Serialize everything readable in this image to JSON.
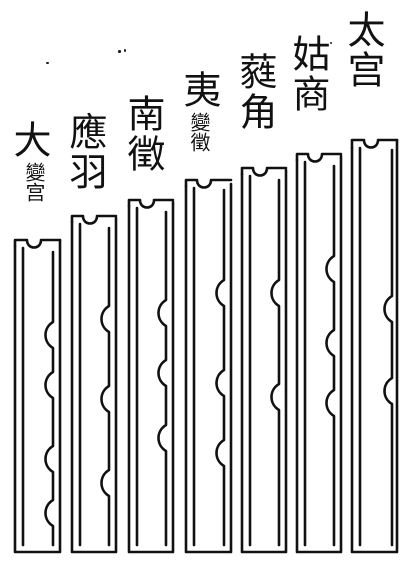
{
  "pipes": [
    {
      "label": "太宫"
    },
    {
      "label": "姑商"
    },
    {
      "label": "蕤角"
    },
    {
      "label": "夷",
      "sublabel": "變徵"
    },
    {
      "label": "南徵"
    },
    {
      "label": "應羽"
    },
    {
      "label": "大",
      "sublabel": "變宫"
    }
  ],
  "colors": {
    "ink": "#111111",
    "paper": "#ffffff"
  }
}
